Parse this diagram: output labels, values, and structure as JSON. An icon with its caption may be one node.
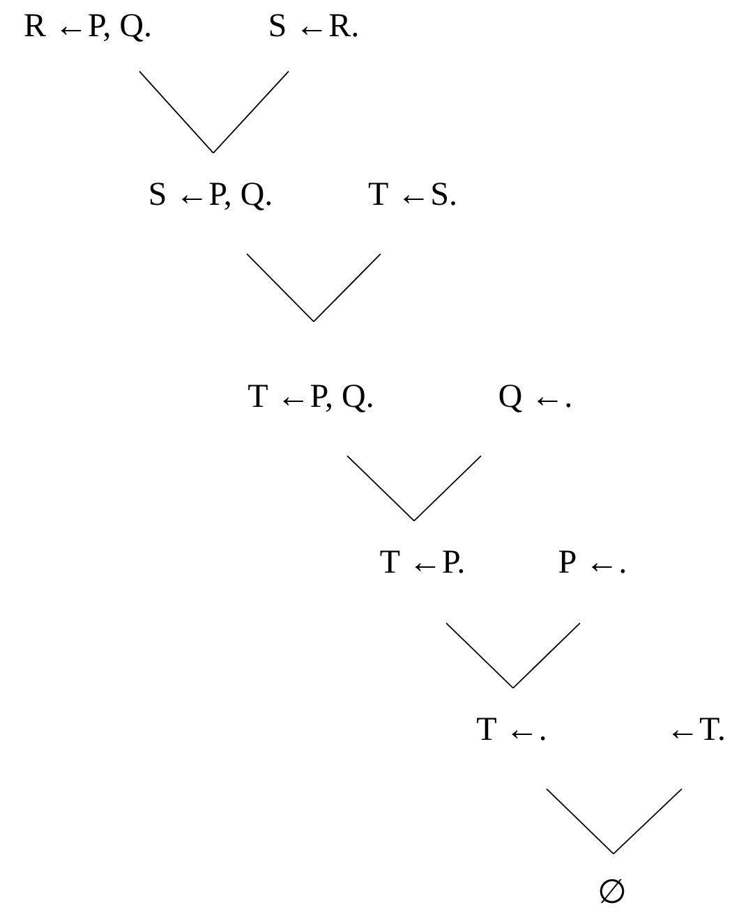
{
  "diagram": {
    "nodes": [
      {
        "text": [
          "R ←P, Q."
        ]
      },
      {
        "text": [
          "S ←R."
        ]
      },
      {
        "text": [
          "S ←P, Q."
        ]
      },
      {
        "text": [
          "T ←S."
        ]
      },
      {
        "text": [
          "T ←P, Q."
        ]
      },
      {
        "text": [
          "Q ←."
        ]
      },
      {
        "text": [
          "T ←P."
        ]
      },
      {
        "text": [
          "P ←."
        ]
      },
      {
        "text": [
          "T ←."
        ]
      },
      {
        "text": [
          "←T."
        ]
      },
      {
        "text": [
          "∅"
        ]
      }
    ],
    "edges": [
      {
        "from": 0,
        "to": 2,
        "arrow": "none"
      },
      {
        "from": 1,
        "to": 2,
        "arrow": "none"
      },
      {
        "from": 2,
        "to": 4,
        "arrow": "none"
      },
      {
        "from": 3,
        "to": 4,
        "arrow": "none"
      },
      {
        "from": 4,
        "to": 6,
        "arrow": "none"
      },
      {
        "from": 5,
        "to": 6,
        "arrow": "none"
      },
      {
        "from": 6,
        "to": 8,
        "arrow": "none"
      },
      {
        "from": 7,
        "to": 8,
        "arrow": "none"
      },
      {
        "from": 8,
        "to": 10,
        "arrow": "none"
      },
      {
        "from": 9,
        "to": 10,
        "arrow": "none"
      }
    ]
  }
}
